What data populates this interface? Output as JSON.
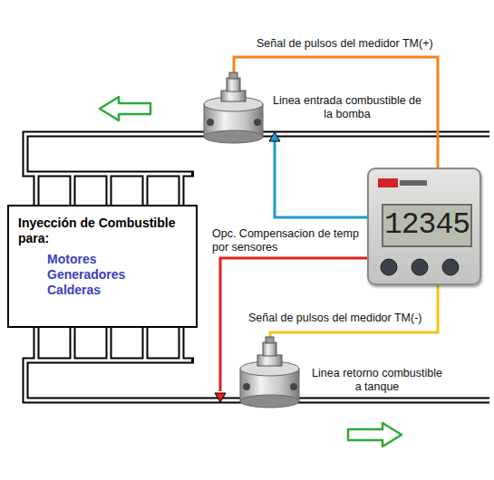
{
  "diagram": {
    "nodes": [
      {
        "text": [
          "Inyección de Combustible para:",
          "Motores",
          "Generadores",
          "Calderas"
        ]
      },
      {
        "text": [
          "12345"
        ]
      }
    ],
    "labels": [
      "Señal de pulsos del medidor TM(+)",
      "Linea entrada combustible de la bomba",
      "Opc. Compensacion de temp por sensores",
      "Señal de pulsos del medidor TM(-)",
      "Linea retorno combustible a tanque"
    ]
  }
}
